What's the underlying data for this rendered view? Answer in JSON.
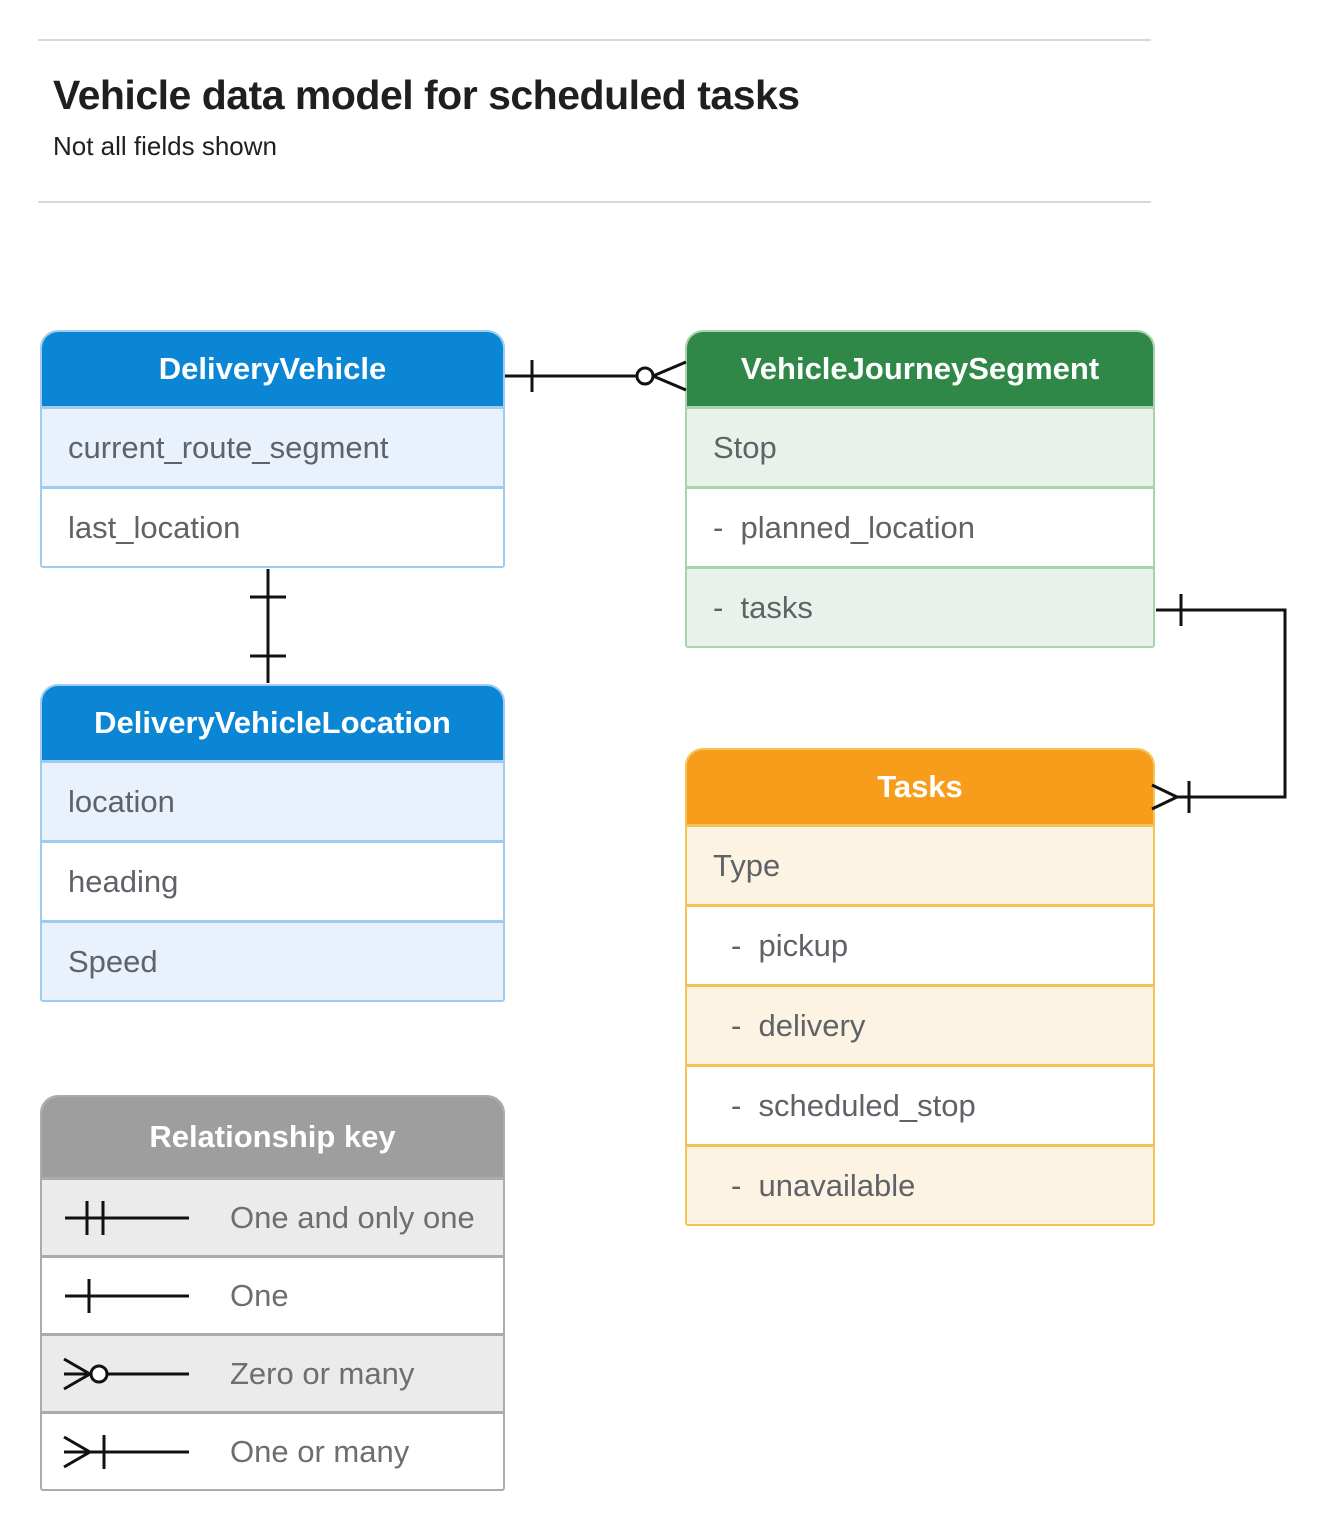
{
  "header": {
    "title": "Vehicle data model for scheduled tasks",
    "subtitle": "Not all fields shown"
  },
  "entities": {
    "delivery_vehicle": {
      "title": "DeliveryVehicle",
      "theme": "blue",
      "fields": [
        "current_route_segment",
        "last_location"
      ]
    },
    "vehicle_journey_segment": {
      "title": "VehicleJourneySegment",
      "theme": "green",
      "fields": [
        "Stop",
        "-  planned_location",
        "-  tasks"
      ]
    },
    "delivery_vehicle_location": {
      "title": "DeliveryVehicleLocation",
      "theme": "blue",
      "fields": [
        "location",
        "heading",
        "Speed"
      ]
    },
    "tasks": {
      "title": "Tasks",
      "theme": "orange",
      "fields": [
        "Type",
        "-  pickup",
        "-  delivery",
        "-  scheduled_stop",
        "-  unavailable"
      ]
    }
  },
  "relationships": [
    {
      "from": "DeliveryVehicle",
      "to": "VehicleJourneySegment",
      "from_end": "one",
      "to_end": "zero-or-many"
    },
    {
      "from": "DeliveryVehicle",
      "to": "DeliveryVehicleLocation",
      "from_end": "one",
      "to_end": "one"
    },
    {
      "from": "VehicleJourneySegment.tasks",
      "to": "Tasks",
      "from_end": "one",
      "to_end": "one-or-many"
    }
  ],
  "legend": {
    "title": "Relationship key",
    "items": [
      {
        "symbol": "one-and-only-one",
        "label": "One and only one"
      },
      {
        "symbol": "one",
        "label": "One"
      },
      {
        "symbol": "zero-or-many",
        "label": "Zero or many"
      },
      {
        "symbol": "one-or-many",
        "label": "One or many"
      }
    ]
  },
  "colors": {
    "blue": "#0a86d4",
    "blue_light": "#e8f1fc",
    "blue_border": "#9fccee",
    "green": "#2f8847",
    "green_light": "#e9f2ea",
    "green_border": "#a9d3ae",
    "orange": "#f89c1c",
    "orange_light": "#fdf3e3",
    "orange_border": "#f5c254",
    "gray": "#9e9e9e",
    "gray_light": "#ebebeb",
    "connector": "#111111"
  }
}
